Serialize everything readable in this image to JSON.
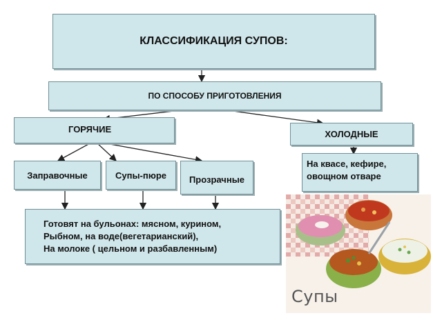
{
  "diagram": {
    "title": "КЛАССИФИКАЦИЯ СУПОВ:",
    "method": "ПО СПОСОБУ ПРИГОТОВЛЕНИЯ",
    "hot": "ГОРЯЧИЕ",
    "cold": "ХОЛОДНЫЕ",
    "hot_types": [
      "Заправочные",
      "Супы-пюре",
      "Прозрачные"
    ],
    "cold_desc_lines": [
      "На квасе, кефире,",
      "овощном отваре"
    ],
    "hot_desc_lines": [
      "Готовят на бульонах: мясном, курином,",
      "Рыбном, на воде(вегетарианский),",
      "На молоке ( цельном и разбавленным)"
    ]
  },
  "photo": {
    "caption": "Супы"
  }
}
